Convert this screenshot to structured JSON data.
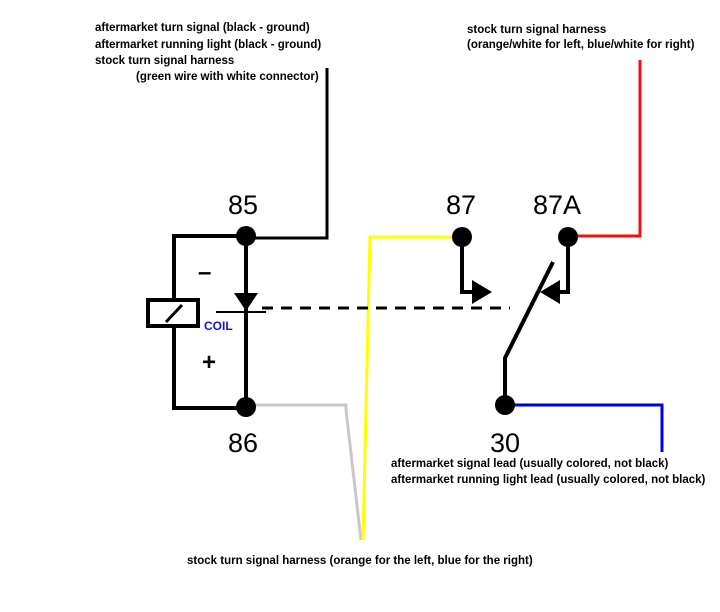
{
  "labels": {
    "top_left": {
      "line1": "aftermarket turn signal (black - ground)",
      "line2": "aftermarket running light (black - ground)",
      "line3": "stock turn signal harness",
      "line4": "(green wire with white connector)"
    },
    "top_right": {
      "line1": "stock turn signal harness",
      "line2": "(orange/white for left, blue/white for right)"
    },
    "bottom_right": {
      "line1": "aftermarket signal lead (usually colored, not black)",
      "line2": "aftermarket running light lead (usually colored, not black)"
    },
    "bottom": "stock turn signal harness (orange for the left, blue for the right)"
  },
  "pins": {
    "p85": "85",
    "p86": "86",
    "p87": "87",
    "p87a": "87A",
    "p30": "30"
  },
  "coil": {
    "label": "COIL",
    "minus": "–",
    "plus": "+"
  },
  "colors": {
    "ground_wire": "#000000",
    "stock_87a_wire": "#ee1111",
    "stock_86_wire": "#c8c8c8",
    "stock_87_wire": "#ffff00",
    "aftermarket_30_wire": "#0000dd",
    "coil_label": "#1515c8"
  }
}
